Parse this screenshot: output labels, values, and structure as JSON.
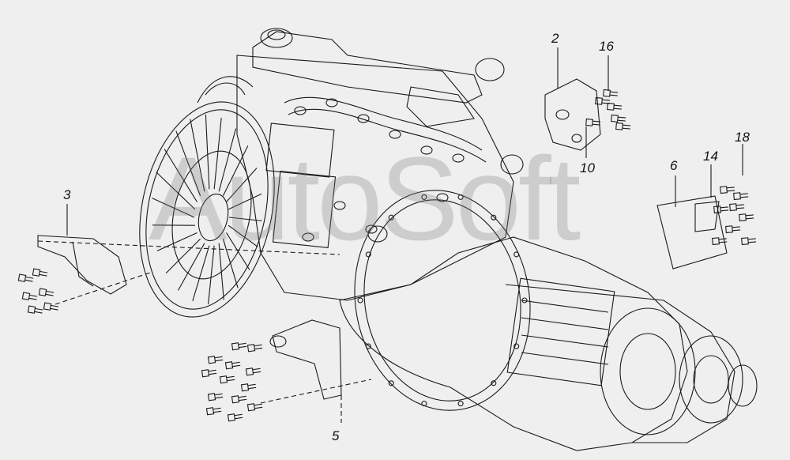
{
  "watermark": "AutoSoft",
  "callouts": {
    "c2": "2",
    "c16": "16",
    "c10": "10",
    "c3": "3",
    "c6": "6",
    "c14": "14",
    "c18": "18",
    "c5": "5"
  },
  "colors": {
    "line": "#1a1a1a",
    "background": "#efefef"
  }
}
